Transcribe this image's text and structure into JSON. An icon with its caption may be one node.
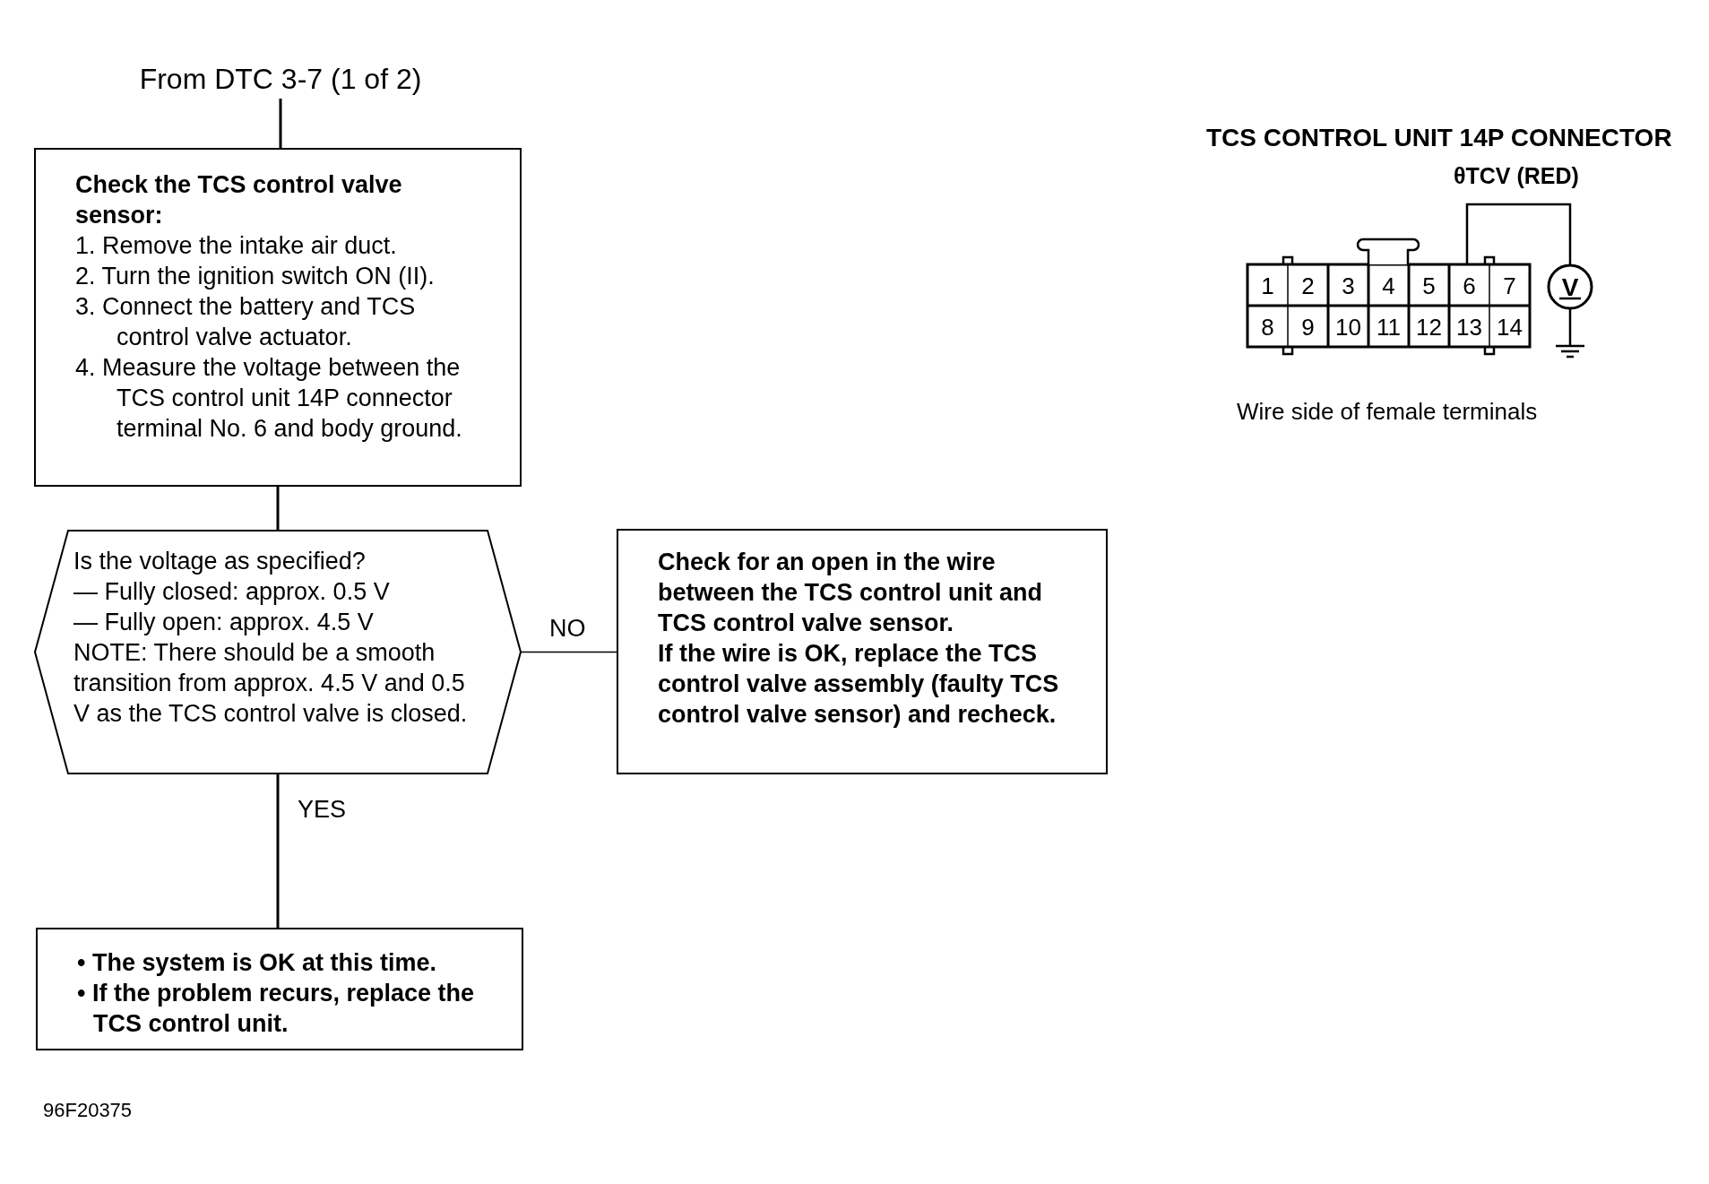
{
  "diagram": {
    "nodes": [
      {
        "text": [
          "From DTC 3-7 (1 of 2)"
        ]
      },
      {
        "text": [
          "Check the TCS control valve sensor:",
          "1. Remove the intake air duct.",
          "2. Turn the ignition switch ON (II).",
          "3. Connect the battery and TCS control valve actuator.",
          "4. Measure the voltage between the TCS control unit 14P connector terminal No. 6 and body ground."
        ]
      },
      {
        "text": [
          "Is the voltage as specified?",
          "— Fully closed: approx. 0.5 V",
          "— Fully open: approx. 4.5 V",
          "NOTE: There should be a smooth transition from approx. 4.5 V and 0.5 V as the TCS control valve is closed."
        ]
      },
      {
        "text": [
          "Check for an open in the wire between the TCS control unit and TCS control valve sensor.",
          "If the wire is OK, replace the TCS control valve assembly (faulty TCS control valve sensor) and recheck."
        ]
      },
      {
        "text": [
          "• The system is OK at this time.",
          "• If the problem recurs, replace the TCS control unit."
        ]
      }
    ],
    "edges": [
      {
        "from": 0,
        "to": 1,
        "arrow": "none"
      },
      {
        "from": 1,
        "to": 2,
        "arrow": "none"
      },
      {
        "from": 2,
        "to": 3,
        "arrow": "none",
        "label": "NO"
      },
      {
        "from": 2,
        "to": 4,
        "arrow": "none",
        "label": "YES"
      }
    ],
    "labels": [
      "TCS CONTROL UNIT 14P CONNECTOR",
      "θTCV (RED)",
      "1",
      "2",
      "3",
      "4",
      "5",
      "6",
      "7",
      "8",
      "9",
      "10",
      "11",
      "12",
      "13",
      "14",
      "V",
      "Wire side of female terminals",
      "96F20375"
    ]
  }
}
